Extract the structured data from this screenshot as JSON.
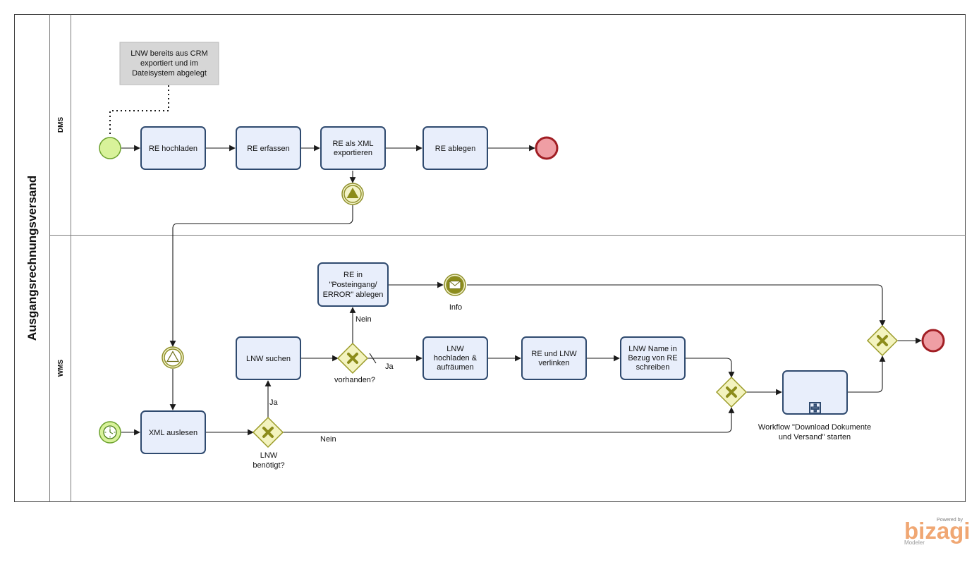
{
  "pool": {
    "title": "Ausgangsrechnungsversand"
  },
  "lanes": {
    "dms": "DMS",
    "wms": "WMS"
  },
  "annotation": {
    "lines": [
      "LNW bereits aus CRM",
      "exportiert  und im",
      "Dateisystem abgelegt"
    ]
  },
  "tasks": {
    "re_hochladen": [
      "RE hochladen"
    ],
    "re_erfassen": [
      "RE erfassen"
    ],
    "re_als_xml": [
      "RE als XML",
      "exportieren"
    ],
    "re_ablegen": [
      "RE ablegen"
    ],
    "xml_auslesen": [
      "XML auslesen"
    ],
    "lnw_suchen": [
      "LNW suchen"
    ],
    "re_posteingang": [
      "RE in",
      "\"Posteingang/",
      "ERROR\" ablegen"
    ],
    "lnw_hochladen": [
      "LNW",
      "hochladen &",
      "aufräumen"
    ],
    "re_lnw_verlinken": [
      "RE und LNW",
      "verlinken"
    ],
    "lnw_name": [
      "LNW Name in",
      "Bezug von RE",
      "schreiben"
    ],
    "subprocess": []
  },
  "labels": {
    "gw_lnw_benoetigt": [
      "LNW",
      "benötigt?"
    ],
    "gw_vorhanden": [
      "vorhanden?"
    ],
    "message_event": [
      "Info"
    ],
    "subprocess": [
      "Workflow \"Download Dokumente",
      "und Versand\" starten"
    ]
  },
  "flow_labels": {
    "ja_up": "Ja",
    "nein_right": "Nein",
    "nein_up": "Nein",
    "ja_right": "Ja"
  },
  "logo": {
    "powered": "Powered by",
    "name": "bizagi",
    "product": "Modeler"
  },
  "colors": {
    "task_fill": "#e8eefb",
    "task_stroke": "#2f4a6f",
    "start_fill": "#d8f29a",
    "start_stroke": "#6aa02a",
    "end_fill": "#ef9ea4",
    "end_stroke": "#a11e24",
    "gateway_fill": "#f3f3bf",
    "gateway_stroke": "#9a9a27"
  }
}
